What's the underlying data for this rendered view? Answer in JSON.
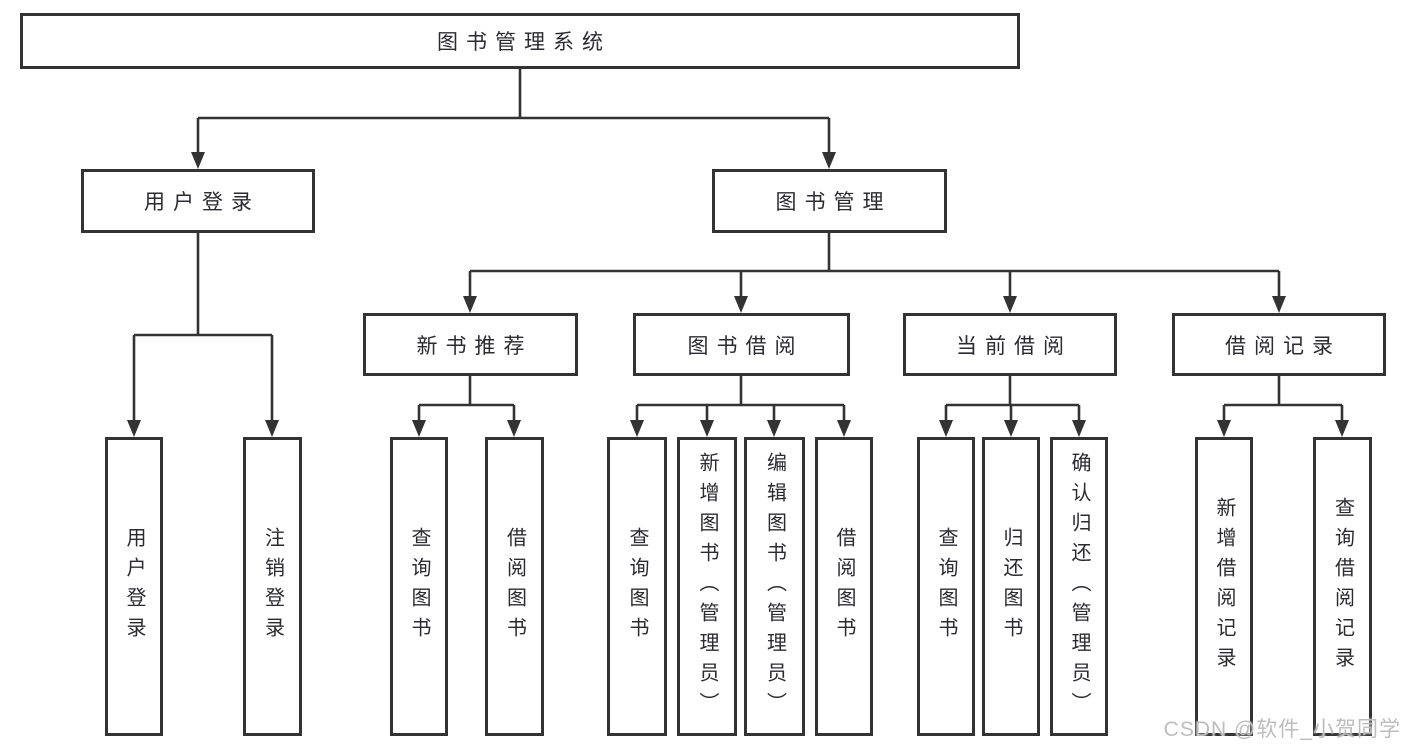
{
  "root": {
    "label": "图书管理系统"
  },
  "branches": [
    {
      "label": "用户登录",
      "leaves": [
        "用户登录",
        "注销登录"
      ]
    },
    {
      "label": "图书管理"
    }
  ],
  "groups": [
    {
      "label": "新书推荐",
      "leaves": [
        "查询图书",
        "借阅图书"
      ]
    },
    {
      "label": "图书借阅",
      "leaves": [
        "查询图书",
        "新增图书（管理员）",
        "编辑图书（管理员）",
        "借阅图书"
      ]
    },
    {
      "label": "当前借阅",
      "leaves": [
        "查询图书",
        "归还图书",
        "确认归还（管理员）"
      ]
    },
    {
      "label": "借阅记录",
      "leaves": [
        "新增借阅记录",
        "查询借阅记录"
      ]
    }
  ],
  "watermark": {
    "text": "CSDN @软件_小贺同学"
  },
  "colors": {
    "line": "#333333",
    "border": "#333333",
    "text": "#2b2b30",
    "watermark": "#bdbdbd",
    "background": "#ffffff"
  }
}
